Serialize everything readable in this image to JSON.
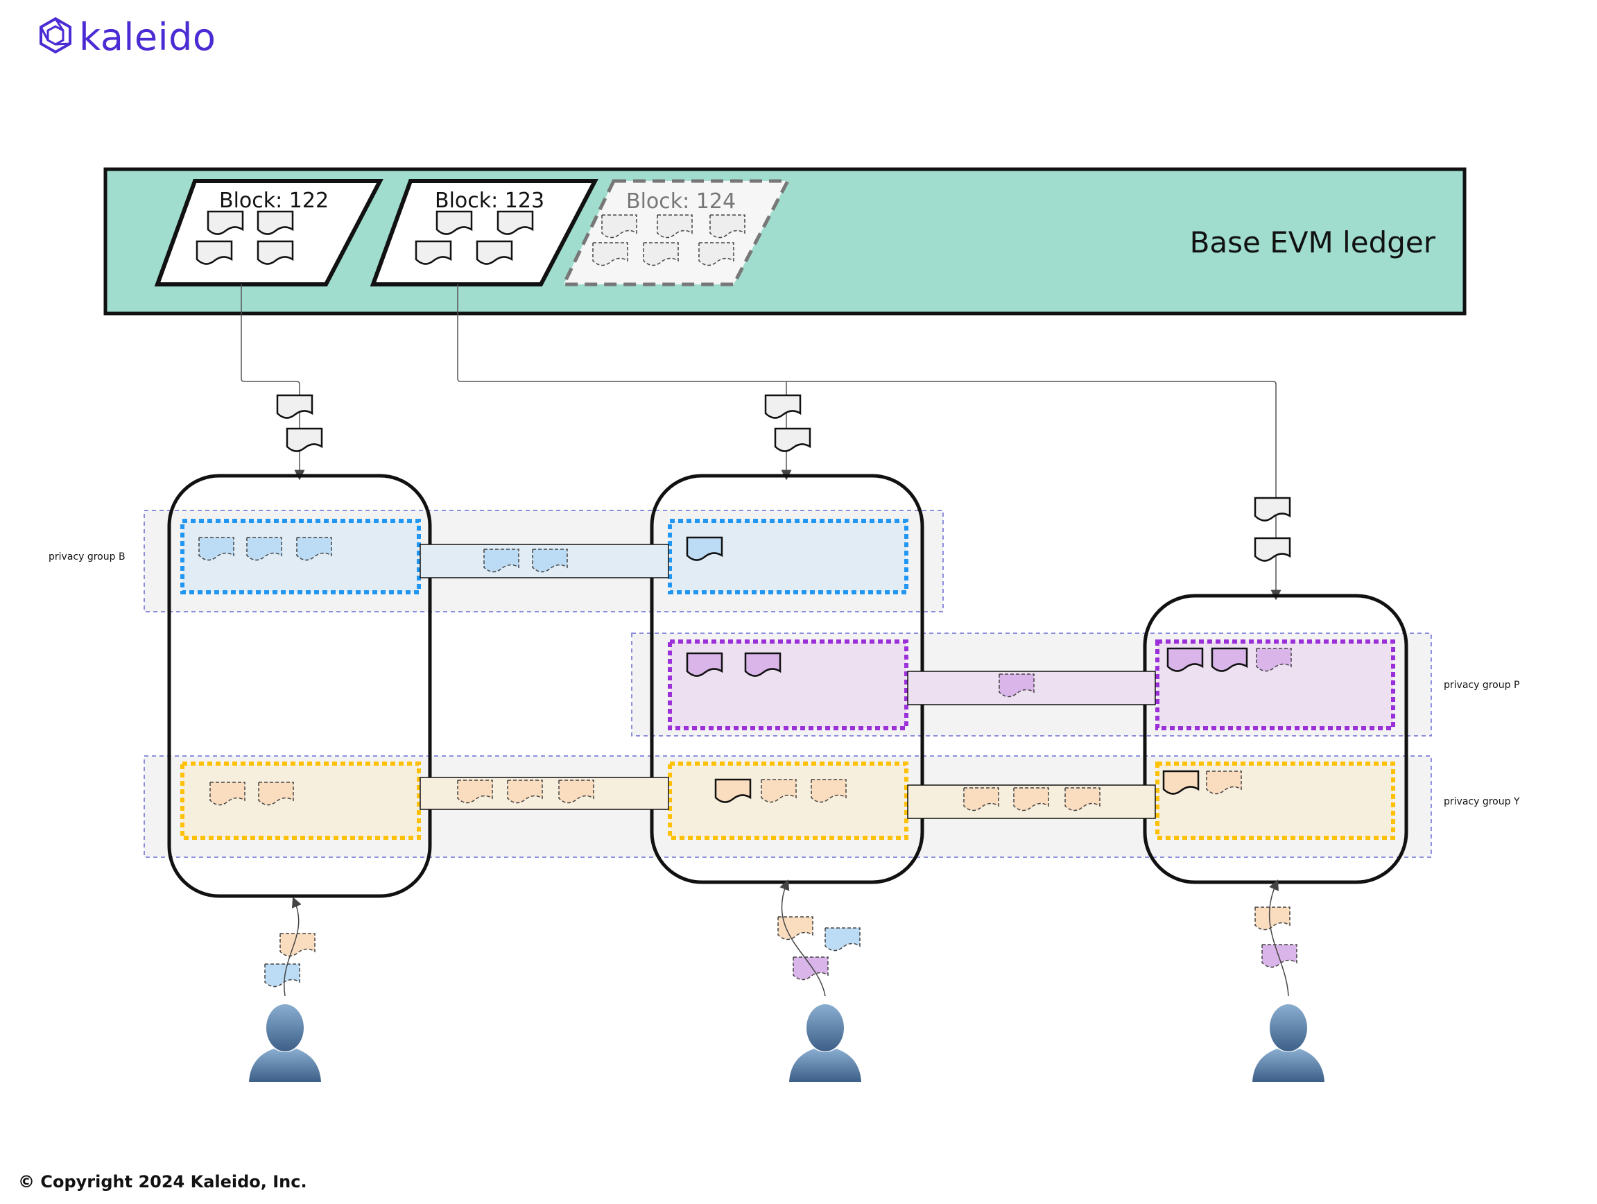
{
  "brand": {
    "name": "kaleido",
    "color": "#4b2bd4"
  },
  "ledger": {
    "label": "Base EVM ledger",
    "color": "#a0ddcf",
    "blocks": [
      {
        "label": "Block: 122",
        "pending": false
      },
      {
        "label": "Block: 123",
        "pending": false
      },
      {
        "label": "Block: 124",
        "pending": true
      }
    ]
  },
  "privacy_groups": [
    {
      "label": "privacy group B",
      "color": "#2196f3",
      "fill": "#e1ecf5",
      "token": "#bcdcf5"
    },
    {
      "label": "privacy group P",
      "color": "#9b30d9",
      "fill": "#ede0f1",
      "token": "#d9b5ea"
    },
    {
      "label": "privacy group Y",
      "color": "#ffc107",
      "fill": "#f7efdd",
      "token": "#fadcbe"
    }
  ],
  "footer": {
    "copyright": "© Copyright 2024 Kaleido, Inc."
  }
}
